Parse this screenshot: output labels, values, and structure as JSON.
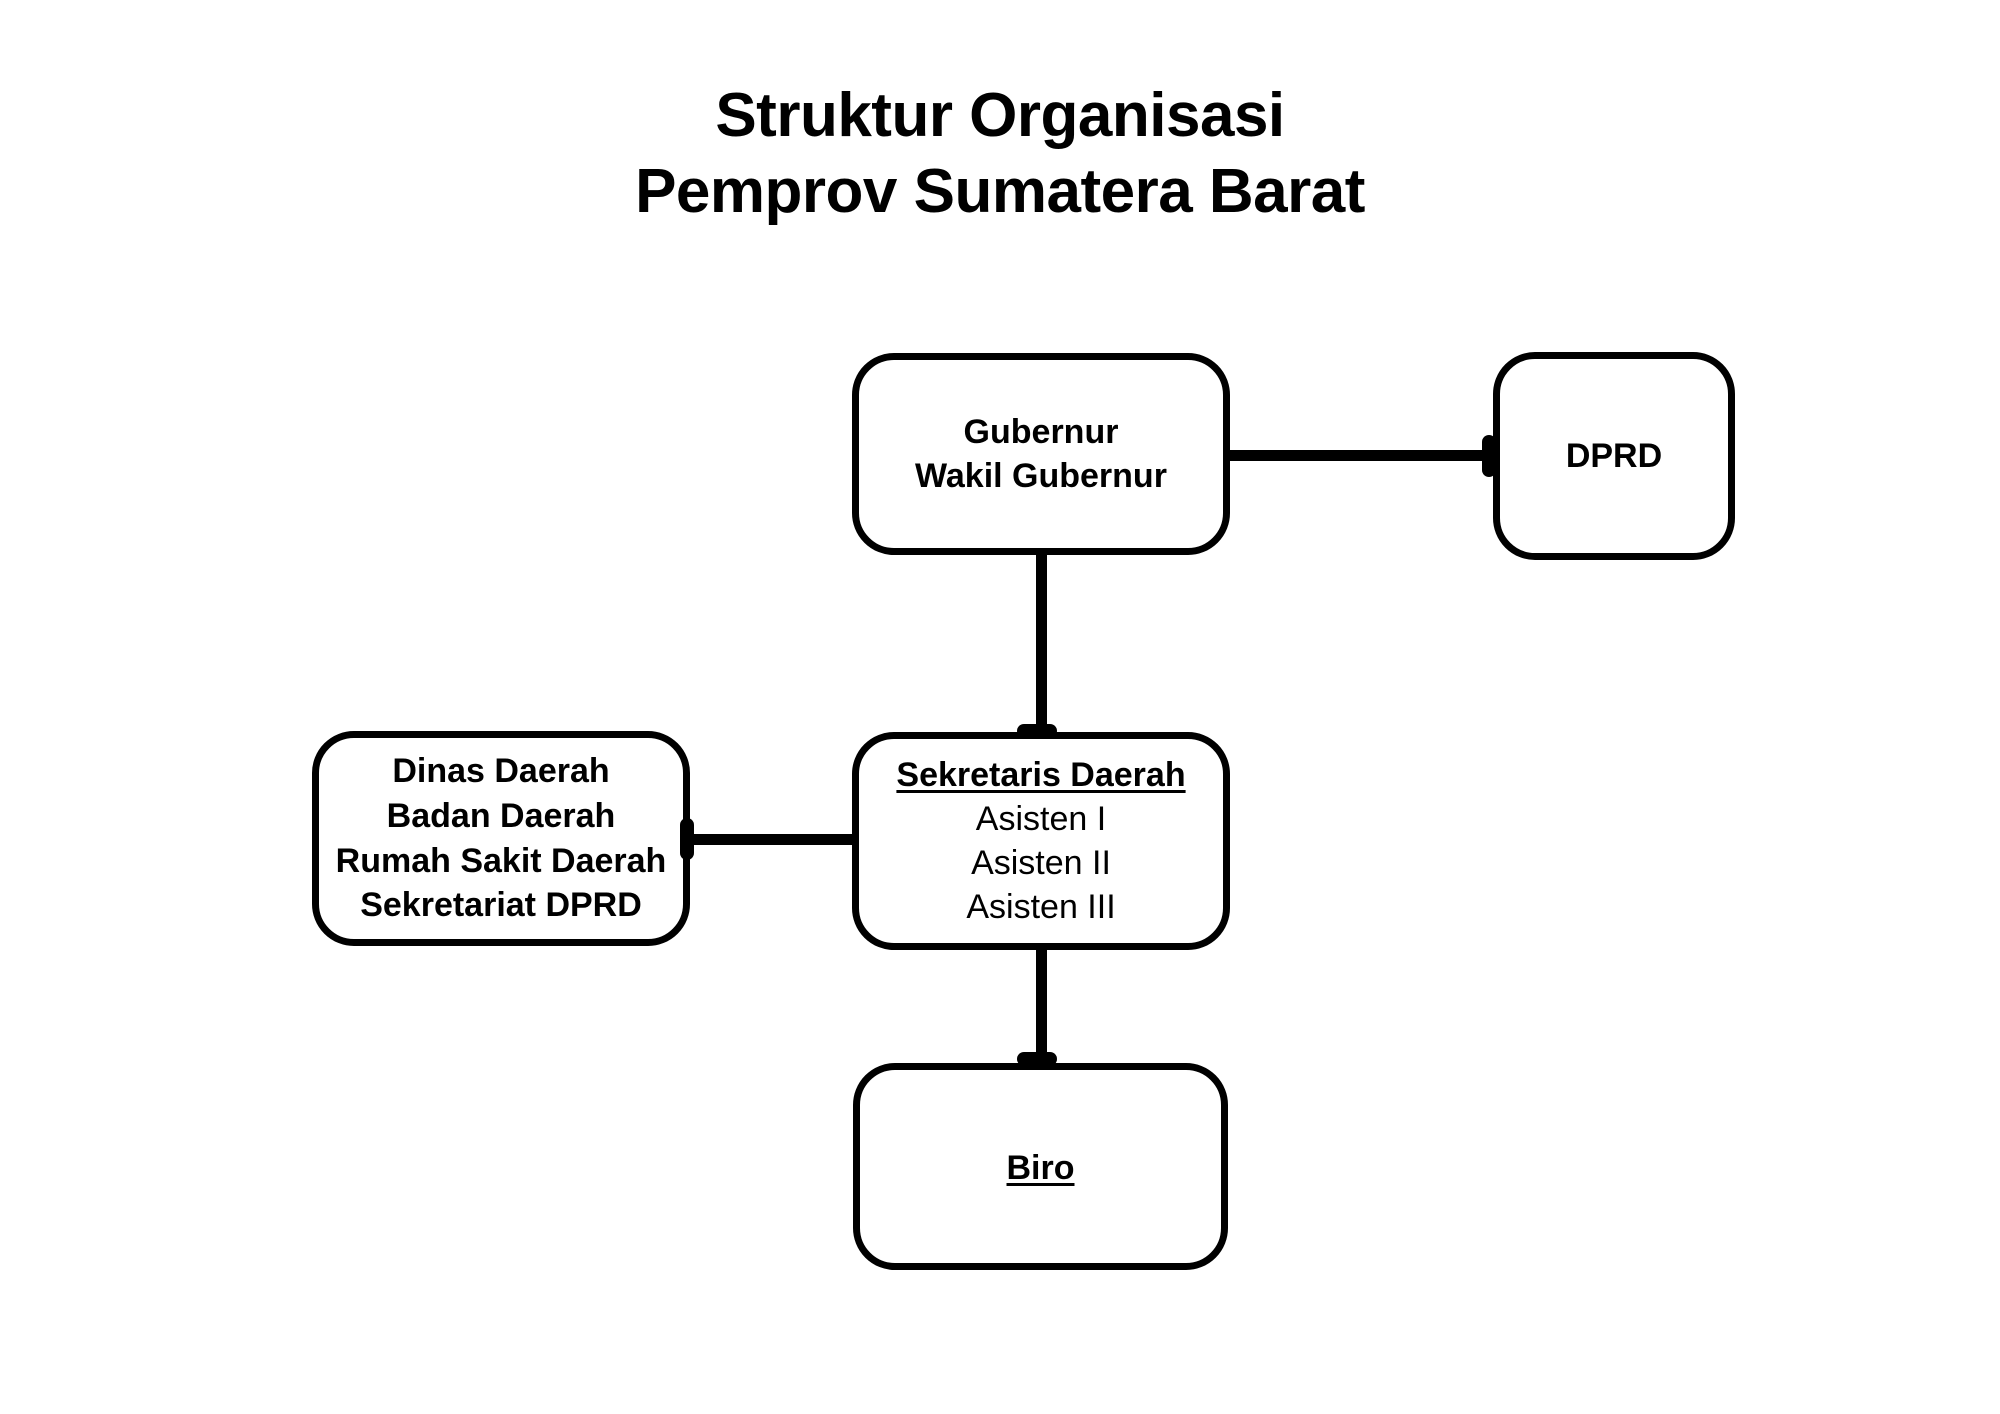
{
  "title": {
    "line1": "Struktur Organisasi",
    "line2": "Pemprov Sumatera Barat"
  },
  "diagram": {
    "type": "org-chart",
    "nodes": [
      {
        "id": "gubernur",
        "lines": [
          "Gubernur",
          "Wakil Gubernur"
        ],
        "line1": "Gubernur",
        "line2": "Wakil Gubernur"
      },
      {
        "id": "dprd",
        "lines": [
          "DPRD"
        ],
        "line1": "DPRD"
      },
      {
        "id": "sekretaris-daerah",
        "heading": "Sekretaris Daerah",
        "lines": [
          "Asisten I",
          "Asisten II",
          "Asisten III"
        ],
        "line1": "Asisten I",
        "line2": "Asisten II",
        "line3": "Asisten III"
      },
      {
        "id": "dinas-daerah",
        "lines": [
          "Dinas Daerah",
          "Badan Daerah",
          "Rumah Sakit Daerah",
          "Sekretariat DPRD"
        ],
        "line1": "Dinas Daerah",
        "line2": "Badan Daerah",
        "line3": "Rumah Sakit Daerah",
        "line4": "Sekretariat DPRD"
      },
      {
        "id": "biro",
        "heading": "Biro"
      }
    ],
    "edges": [
      {
        "from": "gubernur",
        "to": "dprd",
        "orientation": "horizontal"
      },
      {
        "from": "gubernur",
        "to": "sekretaris-daerah",
        "orientation": "vertical"
      },
      {
        "from": "sekretaris-daerah",
        "to": "dinas-daerah",
        "orientation": "horizontal"
      },
      {
        "from": "sekretaris-daerah",
        "to": "biro",
        "orientation": "vertical"
      }
    ]
  },
  "colors": {
    "background": "#ffffff",
    "stroke": "#000000",
    "text": "#000000"
  }
}
